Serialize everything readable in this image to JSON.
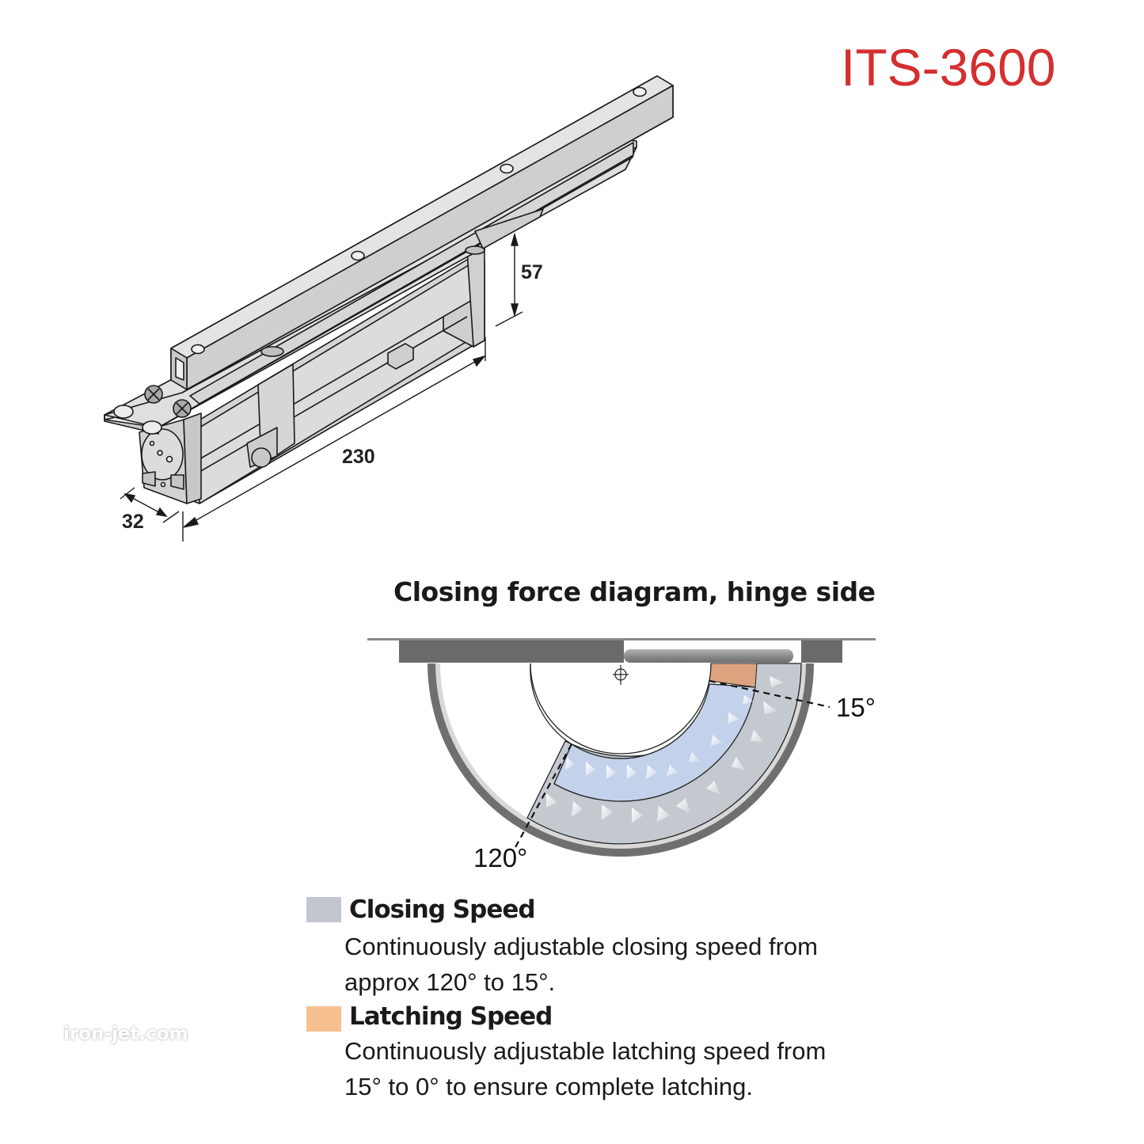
{
  "header": {
    "model": "ITS-3600",
    "model_color": "#d42f2f"
  },
  "product_drawing": {
    "description": "Concealed door closer isometric drawing",
    "dimensions": {
      "height": "57",
      "length": "230",
      "width": "32"
    },
    "colors": {
      "body_fill": "#d9d9d9",
      "outline": "#1a1a1a"
    }
  },
  "diagram": {
    "title": "Closing force diagram, hinge side",
    "angles": {
      "latching_start": "15°",
      "closing_start": "120°"
    },
    "colors": {
      "frame": "#6b6b6b",
      "closing_band_outer": "#c3c8d0",
      "closing_band_inner": "#c2d2ea",
      "latching": "#dca57f",
      "arm": "#8a8a8a"
    }
  },
  "legend": {
    "items": [
      {
        "label": "Closing Speed",
        "color": "#c2c7cf",
        "line1": "Continuously adjustable closing speed from",
        "line2": "approx 120° to 15°."
      },
      {
        "label": "Latching Speed",
        "color": "#f6c08f",
        "line1": "Continuously adjustable latching speed from",
        "line2": "15° to 0° to ensure complete latching."
      }
    ]
  },
  "watermark": "iron-jet.com"
}
